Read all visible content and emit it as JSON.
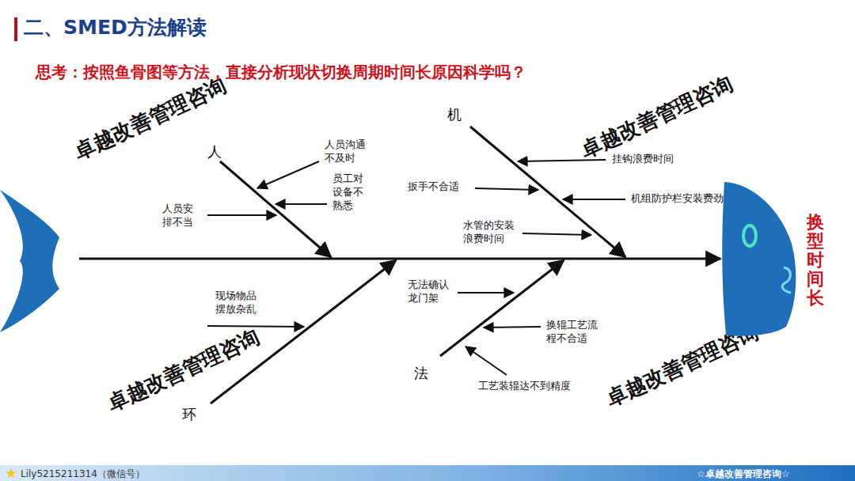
{
  "diagram": {
    "title": "二、SMED方法解读",
    "nodes": [
      {
        "text": [
          "换型时间长"
        ]
      }
    ],
    "labels": [
      "思考：按照鱼骨图等方法，直接分析现状切换周期时间长原因科学吗？",
      "人",
      "机",
      "环",
      "法",
      "人员沟通不及时",
      "员工对设备不熟悉",
      "人员安排不当",
      "挂钩浪费时间",
      "扳手不合适",
      "机组防护栏安装费劲",
      "水管的安装浪费时间",
      "现场物品摆放杂乱",
      "无法确认龙门架",
      "换辊工艺流程不合适",
      "工艺装辊达不到精度",
      "卓越改善管理咨询",
      "卓越改善管理咨询",
      "卓越改善管理咨询",
      "卓越改善管理咨询",
      "Lily5215211314（微信号）",
      "☆卓越改善管理咨询☆"
    ]
  }
}
